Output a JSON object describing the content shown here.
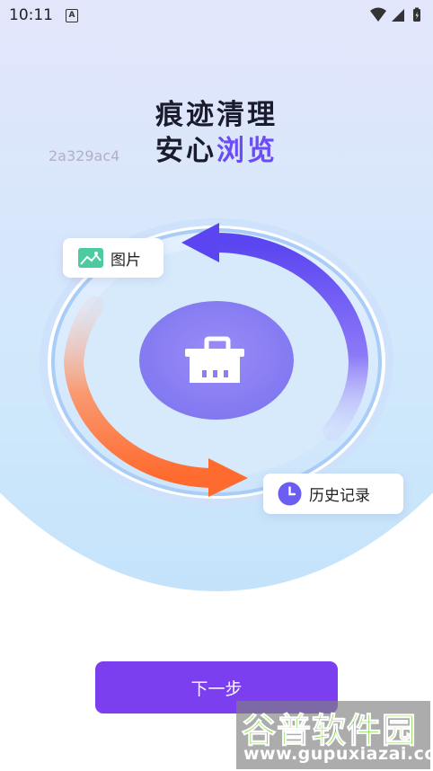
{
  "status_bar": {
    "time": "10:11",
    "notification_glyph": "A"
  },
  "title": {
    "line1": "痕迹清理",
    "line2_plain": "安心",
    "line2_highlight": "浏览"
  },
  "code_text": "2a329ac4",
  "cards": {
    "image_label": "图片",
    "history_label": "历史记录"
  },
  "button": {
    "next_label": "下一步"
  },
  "watermark": {
    "big": "谷普软件园",
    "small": "www.gupuxiazai.com"
  },
  "colors": {
    "accent": "#7b3ff0",
    "highlight_text": "#6b4cf5",
    "arrow_blue": "#6b4cf5",
    "arrow_orange": "#ff6a2e"
  },
  "icons": [
    "image-icon",
    "clock-icon",
    "basket-icon",
    "wifi-icon",
    "signal-icon",
    "battery-icon"
  ]
}
